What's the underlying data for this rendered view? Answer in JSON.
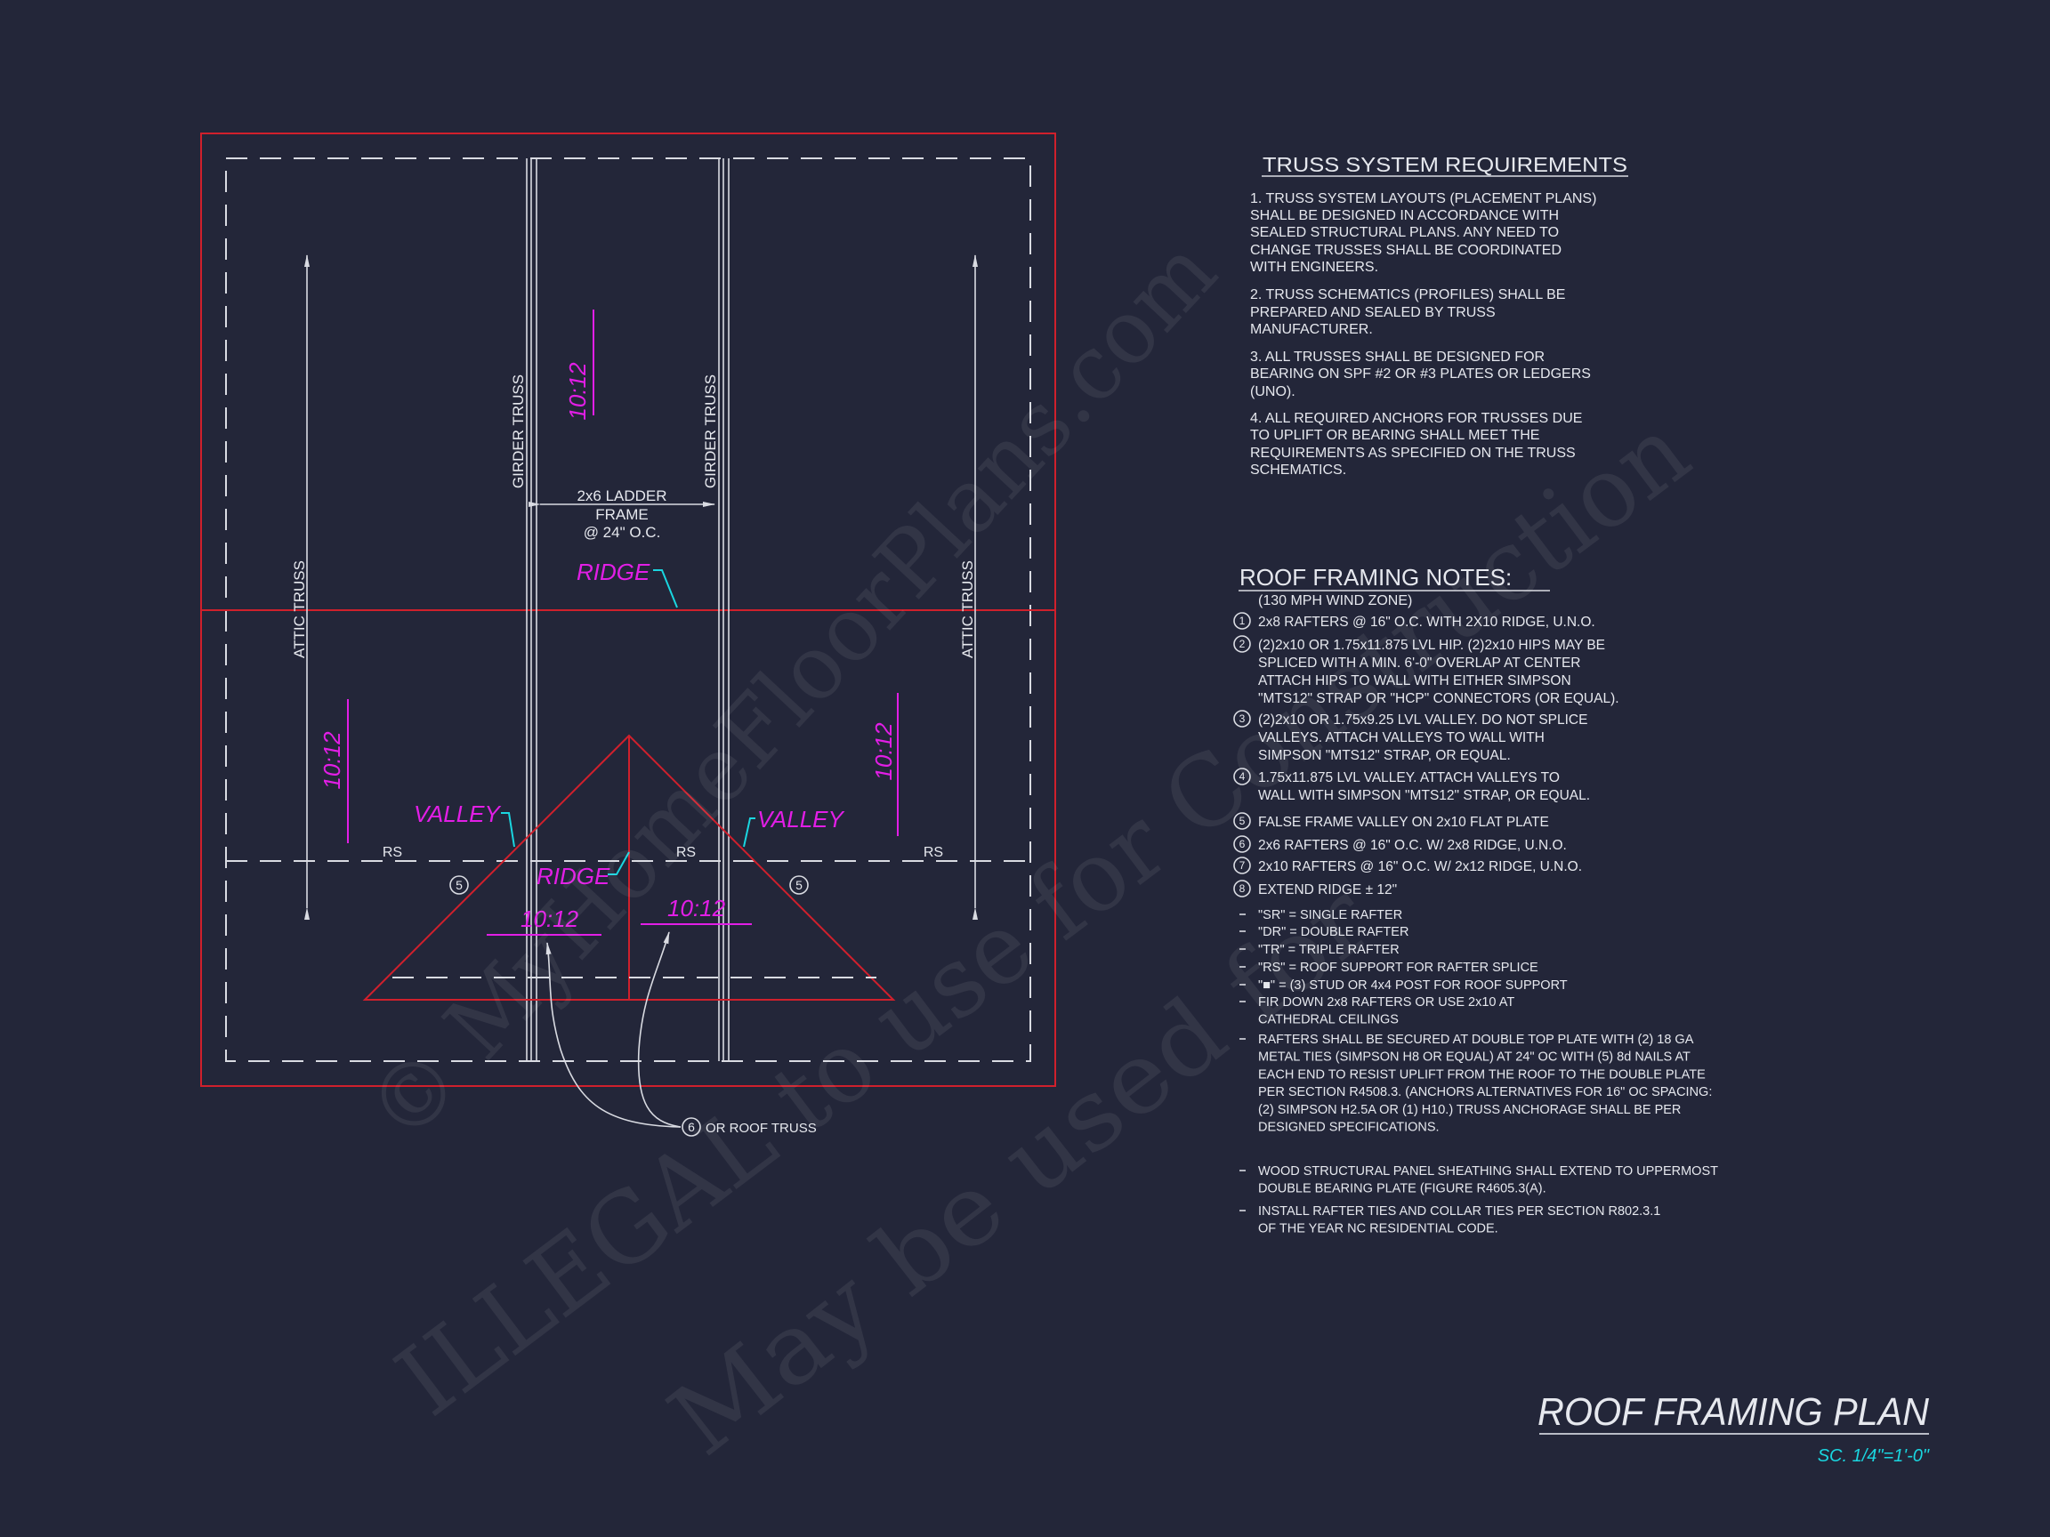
{
  "colors": {
    "background": "#232639",
    "border": "#d0202c",
    "annotation": "#e21ee6",
    "leader": "#1ad6e0",
    "linework": "#d9dbe2"
  },
  "plan": {
    "attic_truss": "ATTIC TRUSS",
    "girder_truss": "GIRDER TRUSS",
    "ladder_frame": [
      "2x6 LADDER",
      "FRAME",
      "@ 24\" O.C."
    ],
    "pitch": "10:12",
    "ridge": "RIDGE",
    "valley": "VALLEY",
    "rs": "RS",
    "callout_5": "5",
    "callout_6": "6",
    "roof_truss_note": "OR ROOF TRUSS"
  },
  "truss_requirements": {
    "title": "TRUSS SYSTEM REQUIREMENTS",
    "lines": [
      "1. TRUSS SYSTEM LAYOUTS (PLACEMENT PLANS)",
      "SHALL BE DESIGNED IN ACCORDANCE WITH",
      "SEALED STRUCTURAL PLANS. ANY NEED TO",
      "CHANGE TRUSSES SHALL BE COORDINATED",
      "WITH  ENGINEERS.",
      "2. TRUSS SCHEMATICS (PROFILES) SHALL BE",
      "PREPARED AND SEALED BY TRUSS",
      "MANUFACTURER.",
      "3. ALL TRUSSES SHALL BE DESIGNED FOR",
      "BEARING ON SPF #2 OR #3 PLATES OR LEDGERS",
      "(UNO).",
      "4. ALL REQUIRED ANCHORS FOR TRUSSES DUE",
      "TO UPLIFT OR BEARING SHALL MEET THE",
      "REQUIREMENTS AS SPECIFIED ON THE TRUSS",
      "SCHEMATICS."
    ]
  },
  "roof_notes": {
    "title": "ROOF FRAMING NOTES:",
    "subtitle": "(130 MPH WIND ZONE)",
    "numbered": [
      {
        "num": "1",
        "lines": [
          "2x8 RAFTERS @ 16\" O.C. WITH 2X10 RIDGE, U.N.O."
        ]
      },
      {
        "num": "2",
        "lines": [
          "(2)2x10 OR 1.75x11.875 LVL HIP.  (2)2x10 HIPS MAY BE",
          "SPLICED WITH A MIN. 6'-0\" OVERLAP AT CENTER",
          "ATTACH HIPS TO WALL WITH EITHER SIMPSON",
          "\"MTS12\" STRAP OR \"HCP\" CONNECTORS (OR EQUAL)."
        ]
      },
      {
        "num": "3",
        "lines": [
          "(2)2x10 OR 1.75x9.25 LVL VALLEY.  DO NOT SPLICE",
          "VALLEYS.  ATTACH VALLEYS TO WALL WITH",
          "SIMPSON \"MTS12\" STRAP, OR EQUAL."
        ]
      },
      {
        "num": "4",
        "lines": [
          "1.75x11.875 LVL VALLEY.  ATTACH VALLEYS TO",
          "WALL WITH SIMPSON \"MTS12\" STRAP, OR EQUAL."
        ]
      },
      {
        "num": "5",
        "lines": [
          "FALSE FRAME VALLEY ON 2x10 FLAT PLATE"
        ]
      },
      {
        "num": "6",
        "lines": [
          "2x6 RAFTERS @ 16\" O.C. W/ 2x8 RIDGE, U.N.O."
        ]
      },
      {
        "num": "7",
        "lines": [
          "2x10 RAFTERS @ 16\" O.C. W/ 2x12 RIDGE, U.N.O."
        ]
      },
      {
        "num": "8",
        "lines": [
          "EXTEND RIDGE ± 12\""
        ]
      }
    ],
    "bullets": [
      {
        "lines": [
          "\"SR\"  = SINGLE RAFTER"
        ]
      },
      {
        "lines": [
          "\"DR\" = DOUBLE RAFTER"
        ]
      },
      {
        "lines": [
          "\"TR\"  = TRIPLE RAFTER"
        ]
      },
      {
        "lines": [
          "\"RS\"  = ROOF SUPPORT FOR RAFTER SPLICE"
        ]
      },
      {
        "lines": [
          "\"■\"   = (3) STUD OR 4x4 POST FOR ROOF SUPPORT"
        ]
      },
      {
        "lines": [
          "FIR DOWN 2x8 RAFTERS OR USE 2x10 AT",
          "CATHEDRAL CEILINGS"
        ]
      },
      {
        "lines": [
          "RAFTERS SHALL BE SECURED AT DOUBLE TOP PLATE WITH (2) 18 GA",
          "METAL TIES (SIMPSON H8 OR EQUAL) AT 24\" OC WITH (5) 8d NAILS AT",
          "EACH END TO RESIST UPLIFT FROM THE ROOF TO THE DOUBLE PLATE",
          "PER SECTION R4508.3. (ANCHORS ALTERNATIVES FOR 16\" OC SPACING:",
          "(2) SIMPSON H2.5A OR (1) H10.) TRUSS ANCHORAGE SHALL BE PER",
          "DESIGNED SPECIFICATIONS."
        ]
      },
      {
        "lines": [
          "WOOD STRUCTURAL PANEL SHEATHING SHALL EXTEND TO UPPERMOST",
          "DOUBLE BEARING PLATE (FIGURE R4605.3(A)."
        ]
      },
      {
        "lines": [
          "INSTALL RAFTER TIES AND COLLAR TIES PER SECTION R802.3.1",
          "OF THE YEAR NC RESIDENTIAL CODE."
        ]
      }
    ]
  },
  "title_block": {
    "title": "ROOF FRAMING PLAN",
    "scale": "SC. 1/4\"=1'-0\""
  },
  "watermark": [
    "© MyHomeFloorPlans.com",
    "ILLEGAL to use for Construction",
    "May be used for"
  ]
}
